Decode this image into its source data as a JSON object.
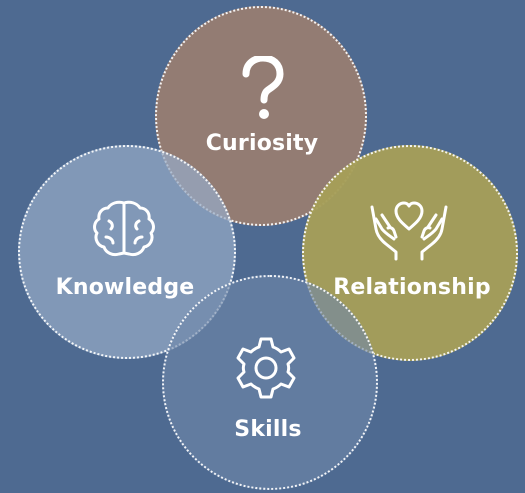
{
  "diagram": {
    "nodes": [
      {
        "id": "curiosity",
        "label": "Curiosity",
        "icon": "question-mark-icon",
        "color": "#967d72"
      },
      {
        "id": "knowledge",
        "label": "Knowledge",
        "icon": "brain-icon",
        "color": "#96aac6"
      },
      {
        "id": "relationship",
        "label": "Relationship",
        "icon": "hands-heart-icon",
        "color": "#a69e58"
      },
      {
        "id": "skills",
        "label": "Skills",
        "icon": "gear-icon",
        "color": "#6f88aa"
      }
    ],
    "background": "#4e6a91"
  }
}
